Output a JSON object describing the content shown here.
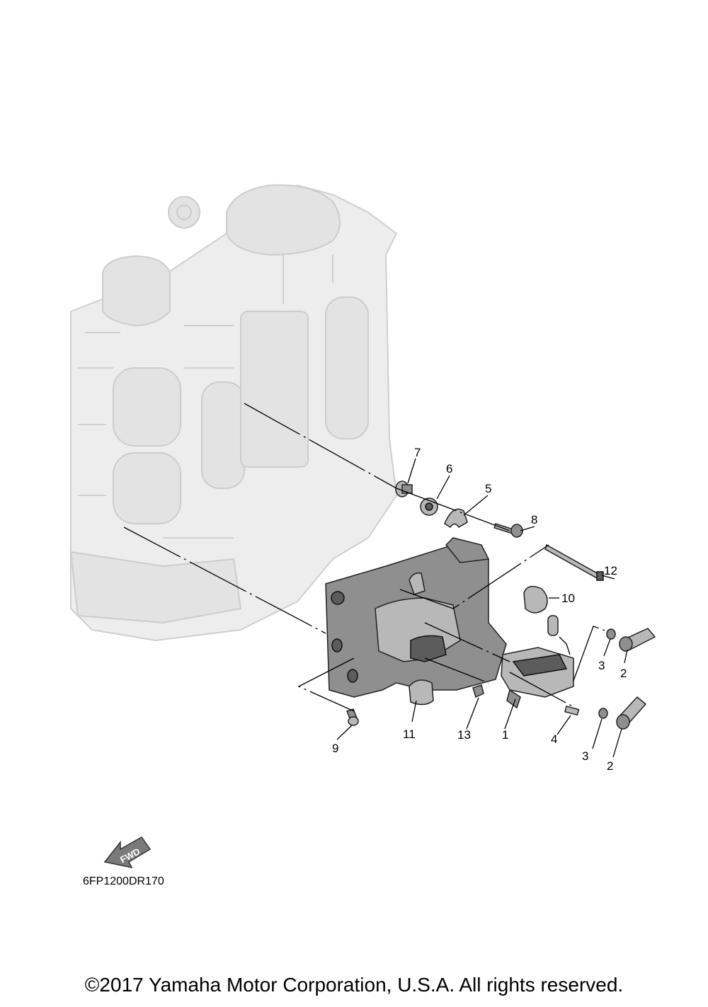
{
  "diagram": {
    "callouts": {
      "c1": "1",
      "c2a": "2",
      "c2b": "2",
      "c3a": "3",
      "c3b": "3",
      "c4": "4",
      "c5": "5",
      "c6": "6",
      "c7": "7",
      "c8": "8",
      "c9": "9",
      "c10": "10",
      "c11": "11",
      "c12": "12",
      "c13": "13"
    },
    "fwd_label": "FWD",
    "drawing_code": "6FP1200DR170"
  },
  "footer": {
    "copyright": "©2017 Yamaha Motor Corporation, U.S.A. All rights reserved."
  }
}
